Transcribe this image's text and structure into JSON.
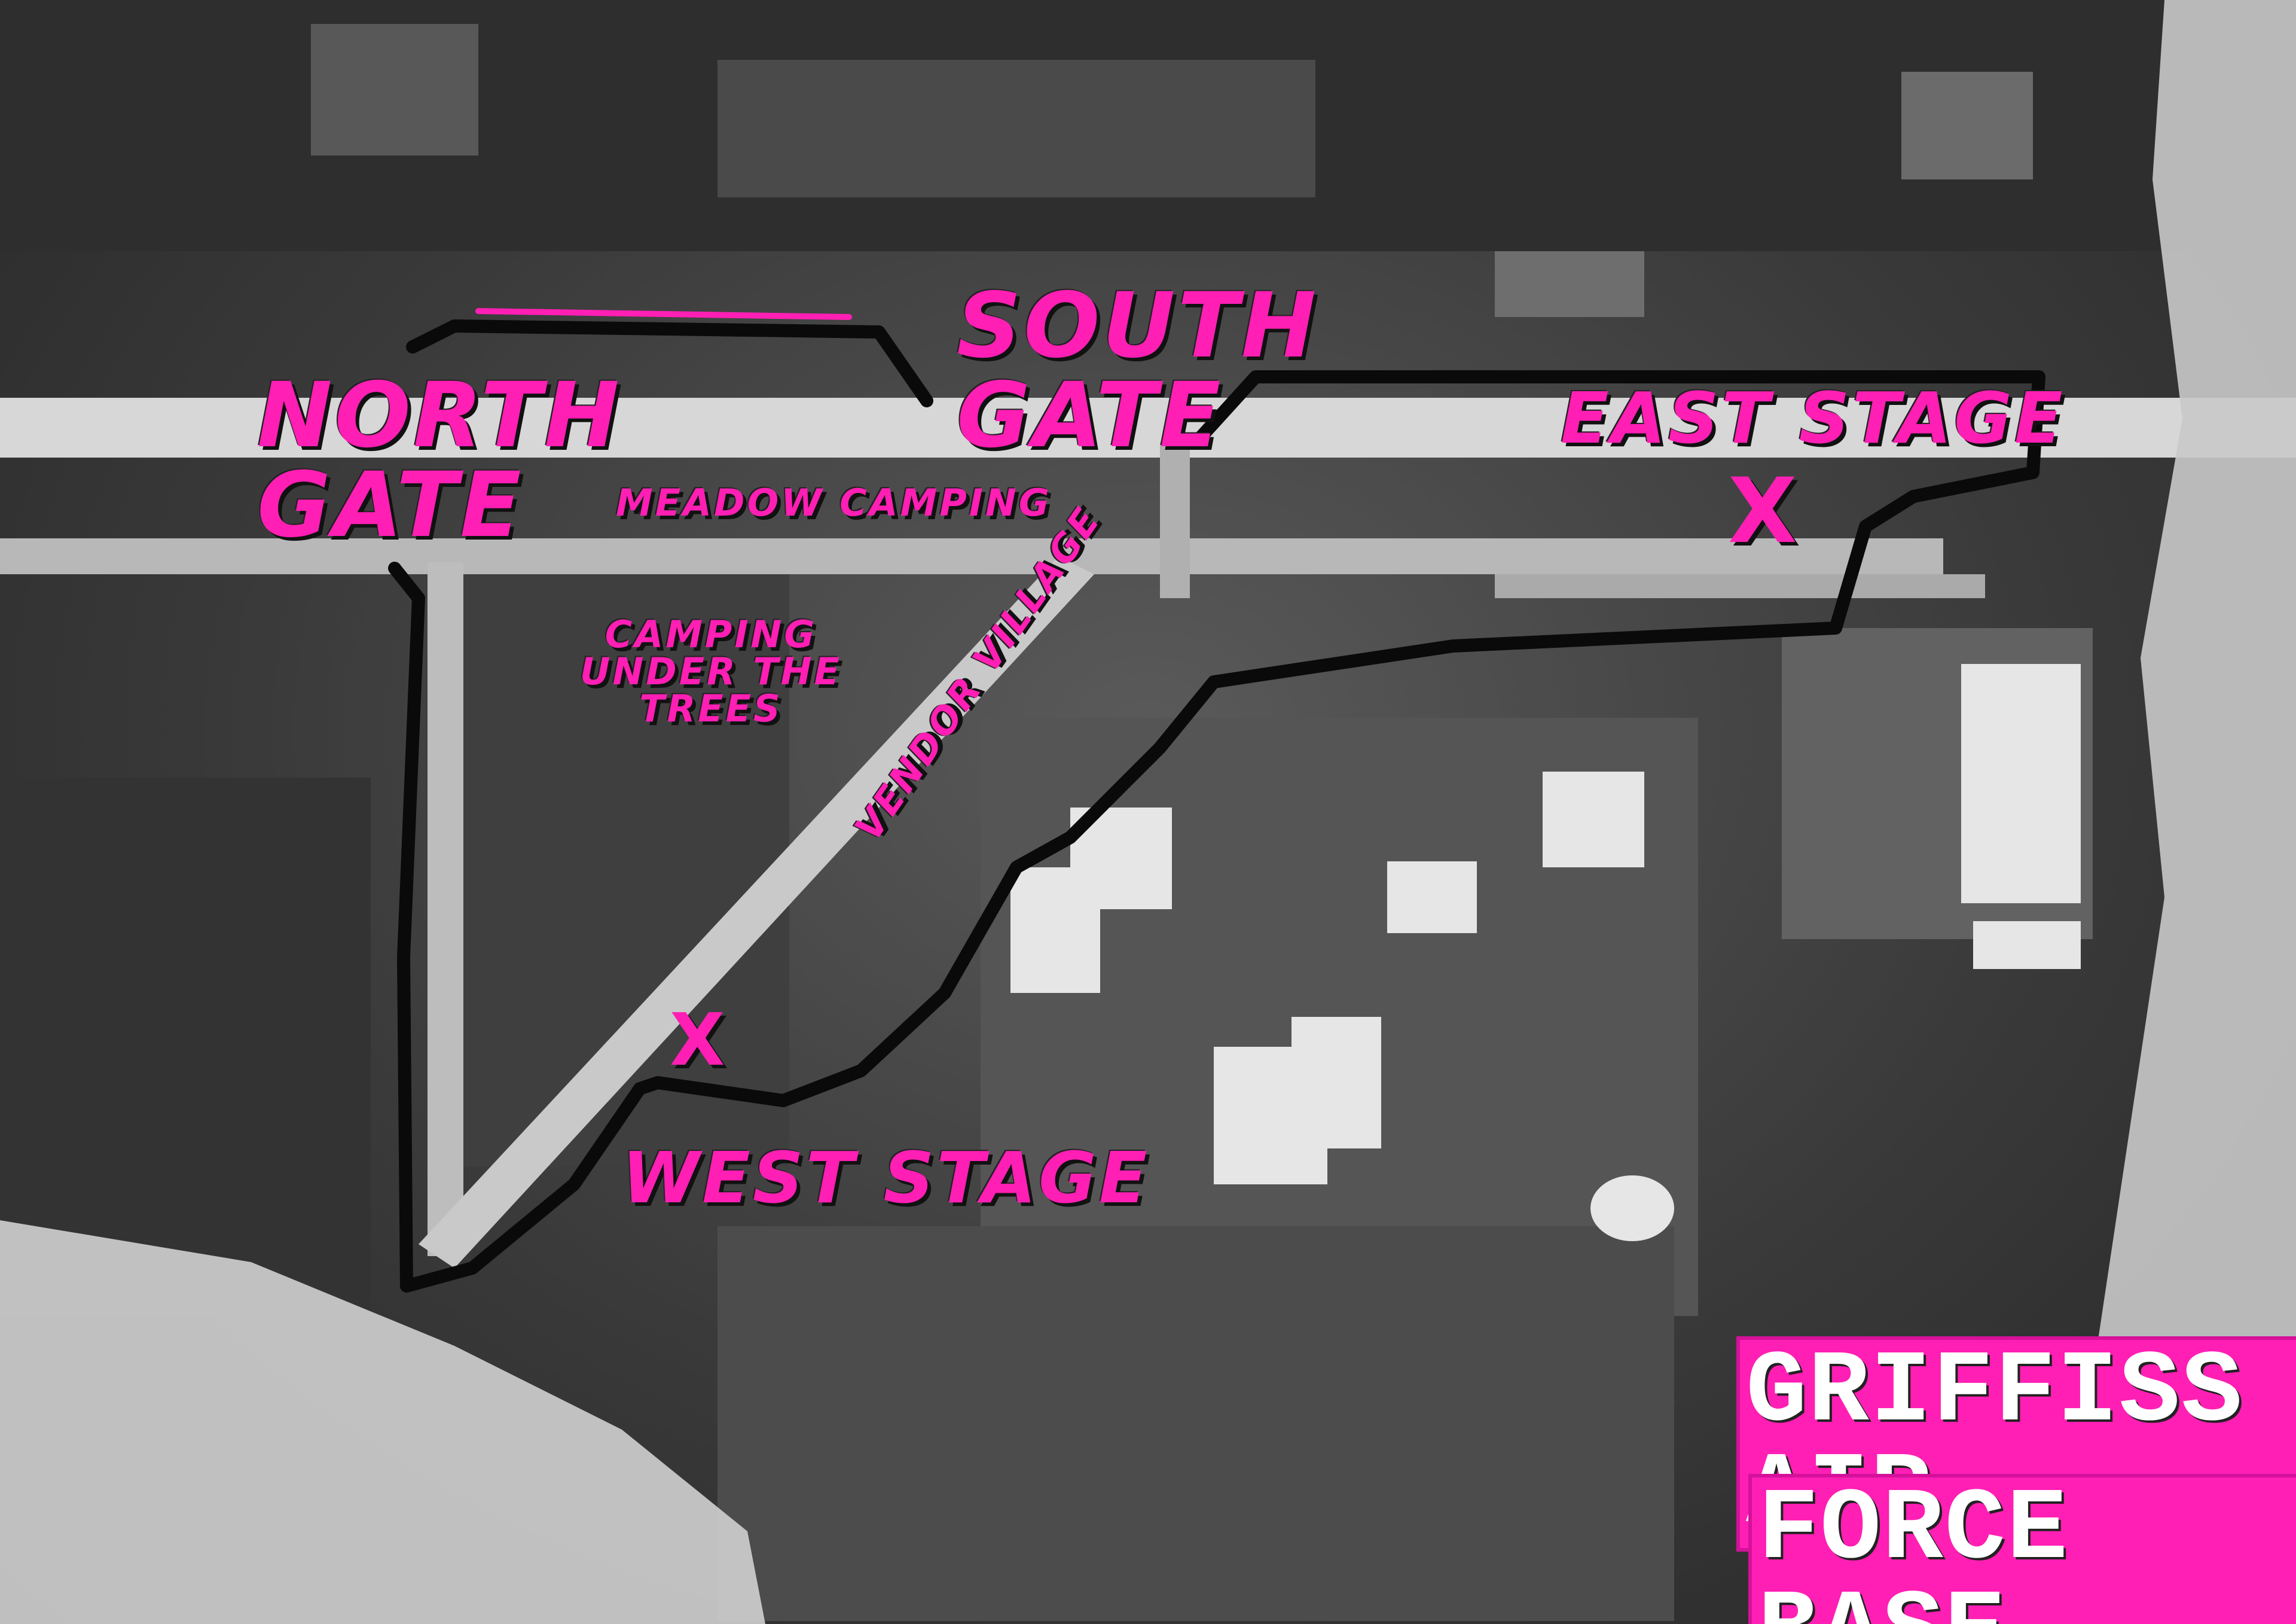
{
  "labels": {
    "north_gate": "NORTH\nGATE",
    "south_gate": "SOUTH\nGATE",
    "east_stage": "EAST STAGE",
    "west_stage": "WEST STAGE",
    "meadow_camping": "MEADOW CAMPING",
    "camping_trees": "CAMPING\nUNDER THE\nTREES",
    "vendor_village": "VENDOR VILLAGE"
  },
  "markers": {
    "east_x": "X",
    "west_x": "X"
  },
  "title": {
    "line1": "GRIFFISS AIR",
    "line2": "FORCE BASE"
  },
  "colors": {
    "accent": "#ff1fb4",
    "route": "#0a0a0a"
  }
}
